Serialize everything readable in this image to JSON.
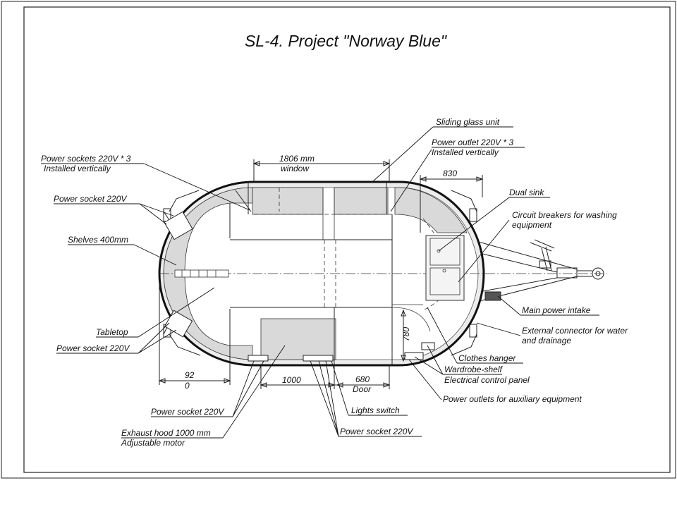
{
  "title": "SL-4. Project \"Norway Blue\"",
  "labels": {
    "sliding_glass": "Sliding glass unit",
    "outlet_220_3": "Power outlet 220V * 3",
    "outlet_220_3_sub": "Installed vertically",
    "sockets_220_3": "Power sockets 220V * 3",
    "sockets_220_3_sub": "Installed vertically",
    "socket_220_left": "Power socket  220V",
    "shelves": "Shelves 400mm",
    "tabletop": "Tabletop",
    "socket_220_left_bottom": "Power socket 220V",
    "dual_sink": "Dual sink",
    "breakers_1": "Circuit breakers for washing",
    "breakers_2": "equipment",
    "main_power": "Main power intake",
    "ext_conn_1": "External connector for water",
    "ext_conn_2": "and drainage",
    "clothes_hanger": "Clothes hanger",
    "wardrobe_shelf": "Wardrobe-shelf",
    "elec_panel": "Electrical control panel",
    "aux_outlets": "Power outlets for auxiliary equipment",
    "lights_switch": "Lights switch",
    "socket_220_bottom_right": "Power socket 220V",
    "socket_220_bottom_left": "Power socket 220V",
    "exhaust_1": "Exhaust hood 1000 mm",
    "exhaust_2": "Adjustable motor"
  },
  "dimensions": {
    "window_value": "1806 mm",
    "window_label": "window",
    "right_830": "830",
    "left_92": "92",
    "left_0": "0",
    "bottom_1000": "1000",
    "door_value": "680",
    "door_label": "Door",
    "vertical_780": "780"
  }
}
